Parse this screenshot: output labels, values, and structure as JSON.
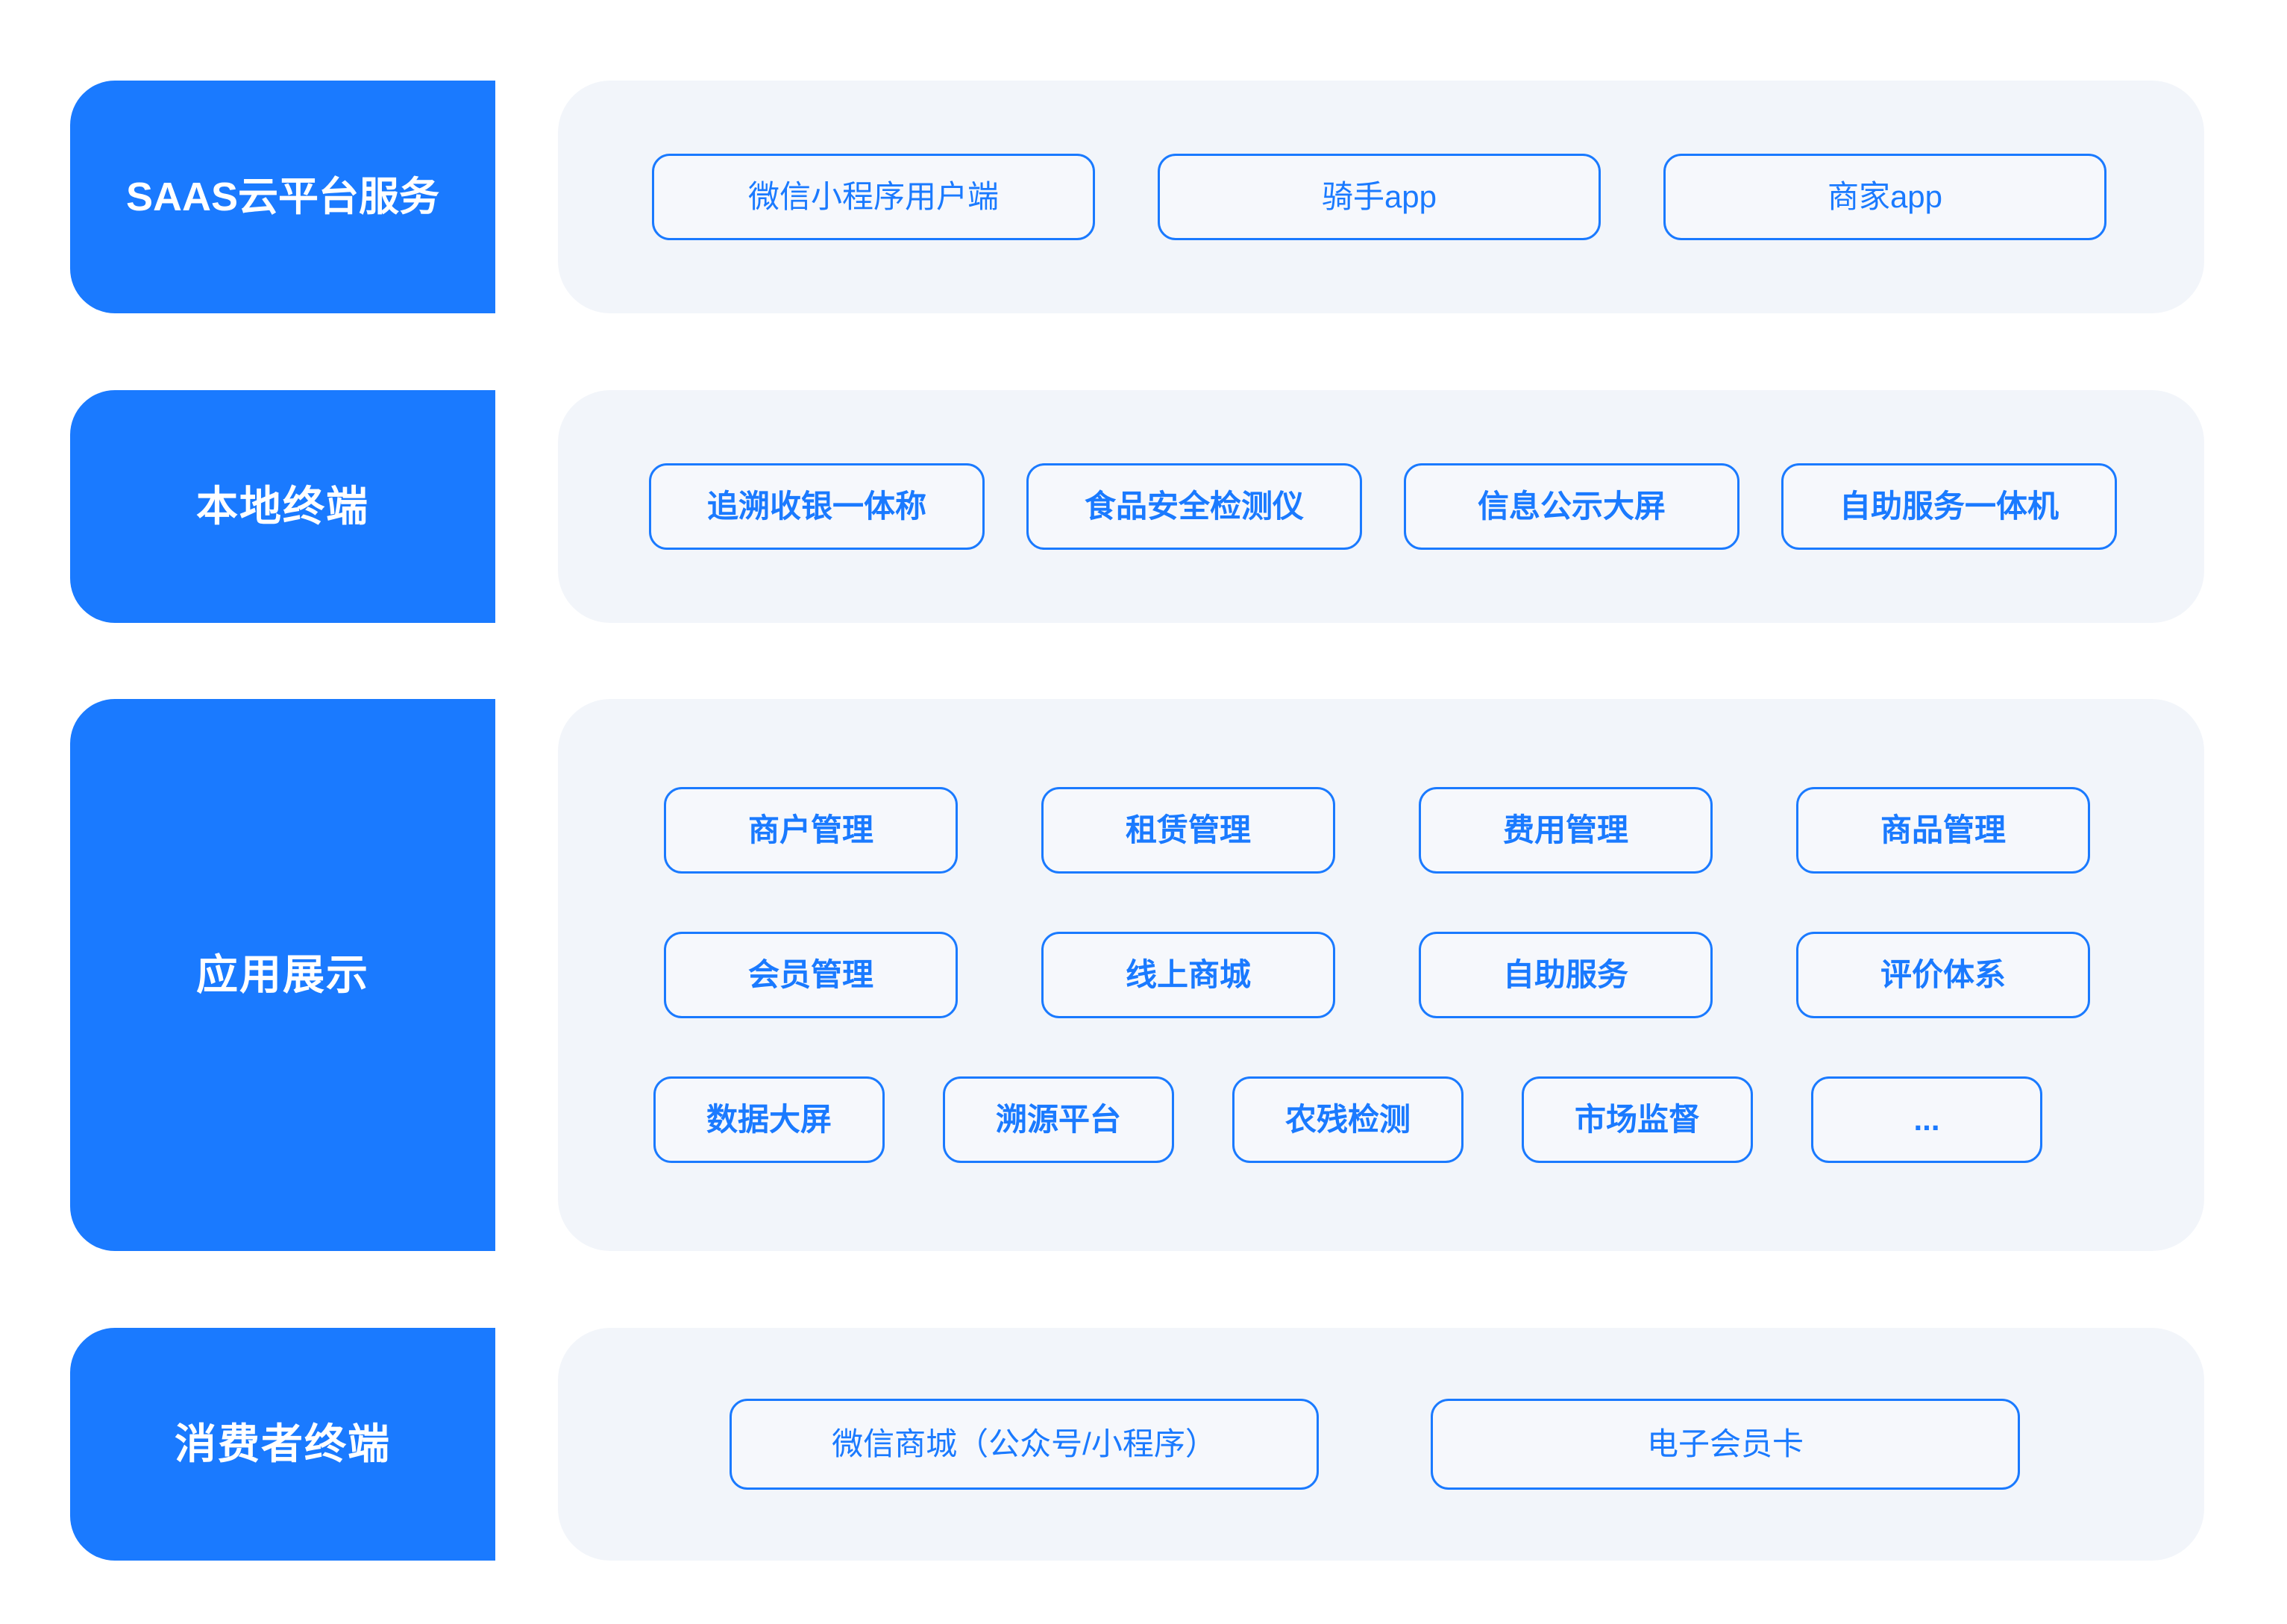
{
  "colors": {
    "brand_blue": "#1a7aff",
    "panel_bg": "#f2f5fa",
    "chip_bg": "#f6f8fc",
    "chip_border": "#1a7aff",
    "chip_text": "#1a7aff",
    "label_text": "#ffffff",
    "page_bg": "#ffffff"
  },
  "tiers": [
    {
      "id": "saas",
      "label": "SAAS云平台服务",
      "rows": [
        {
          "chips": [
            {
              "label": "微信小程序用户端"
            },
            {
              "label": "骑手app"
            },
            {
              "label": "商家app"
            }
          ]
        }
      ]
    },
    {
      "id": "local",
      "label": "本地终端",
      "rows": [
        {
          "chips": [
            {
              "label": "追溯收银一体称"
            },
            {
              "label": "食品安全检测仪"
            },
            {
              "label": "信息公示大屏"
            },
            {
              "label": "自助服务一体机"
            }
          ]
        }
      ]
    },
    {
      "id": "app",
      "label": "应用展示",
      "rows": [
        {
          "chips": [
            {
              "label": "商户管理"
            },
            {
              "label": "租赁管理"
            },
            {
              "label": "费用管理"
            },
            {
              "label": "商品管理"
            }
          ]
        },
        {
          "chips": [
            {
              "label": "会员管理"
            },
            {
              "label": "线上商城"
            },
            {
              "label": "自助服务"
            },
            {
              "label": "评价体系"
            }
          ]
        },
        {
          "chips": [
            {
              "label": "数据大屏"
            },
            {
              "label": "溯源平台"
            },
            {
              "label": "农残检测"
            },
            {
              "label": "市场监督"
            },
            {
              "label": "..."
            }
          ]
        }
      ]
    },
    {
      "id": "consumer",
      "label": "消费者终端",
      "rows": [
        {
          "chips": [
            {
              "label": "微信商城（公众号/小程序）"
            },
            {
              "label": "电子会员卡"
            }
          ]
        }
      ]
    }
  ]
}
